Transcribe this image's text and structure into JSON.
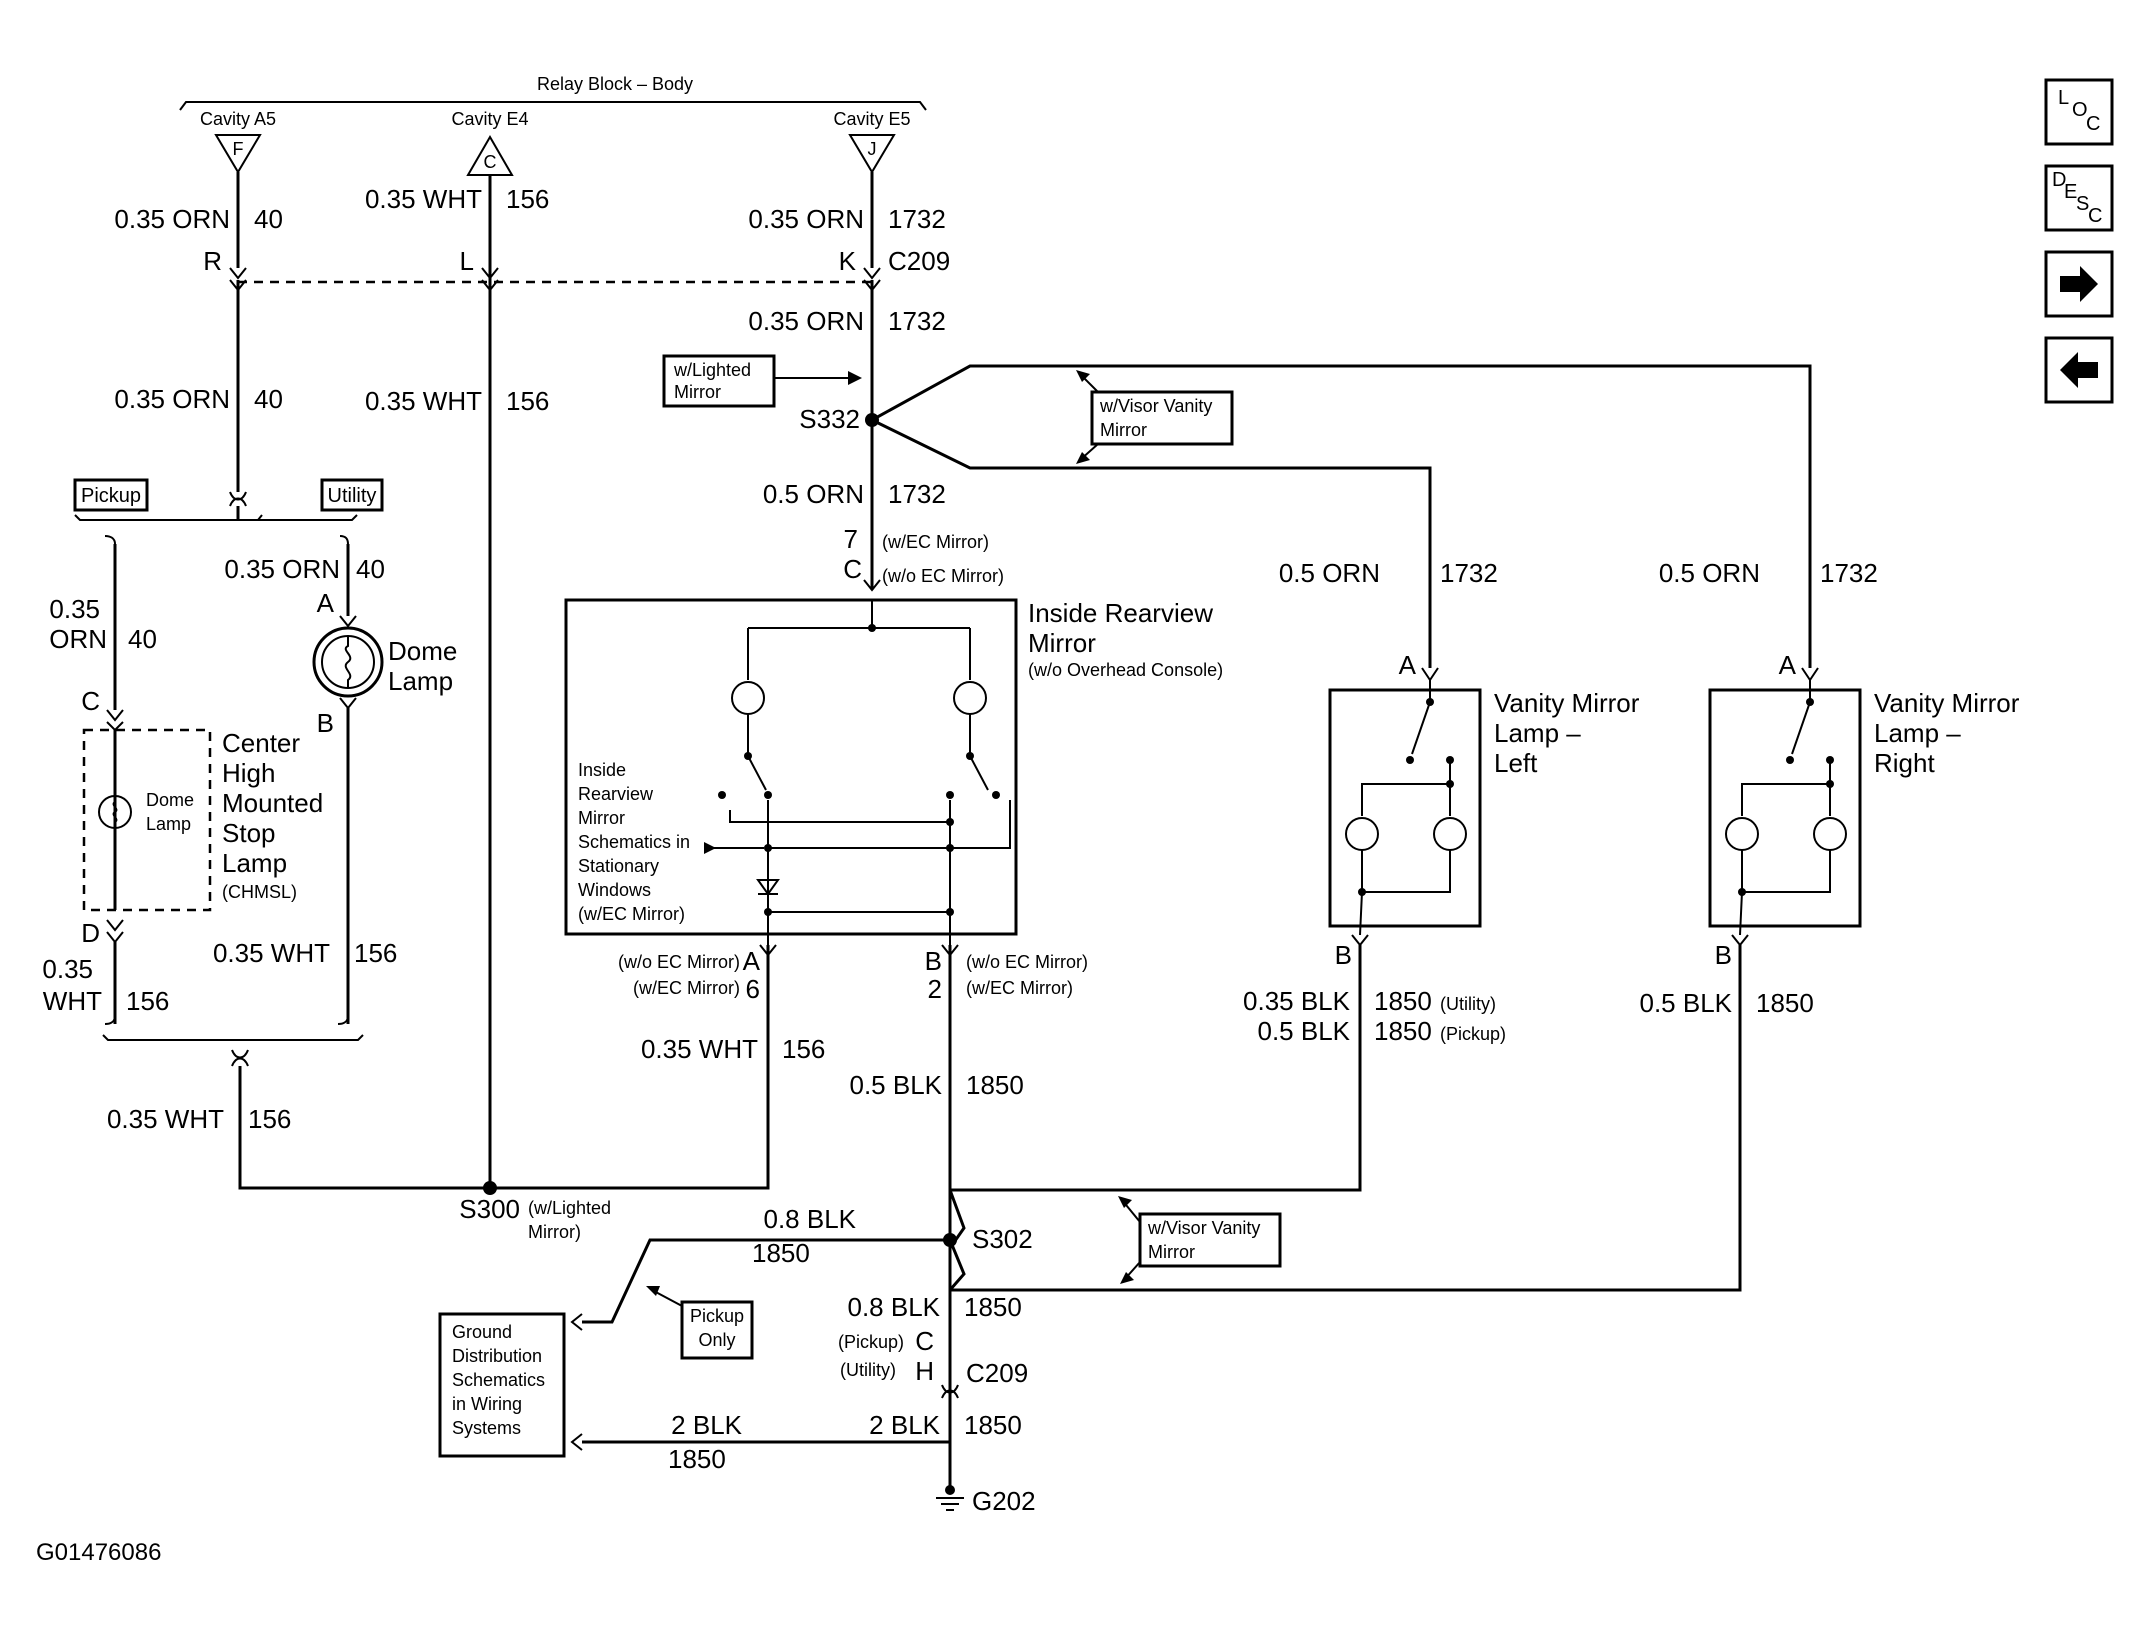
{
  "nav_buttons": {
    "loc": {
      "l1": "L",
      "l2": "O",
      "l3": "C",
      "icon": "loc-icon"
    },
    "desc": {
      "l1": "D",
      "l2": "E",
      "l3": "S",
      "l4": "C",
      "icon": "desc-icon"
    },
    "next": {
      "icon": "arrow-right-icon"
    },
    "prev": {
      "icon": "arrow-left-icon"
    }
  },
  "relay_block": {
    "title": "Relay Block – Body",
    "cavities": [
      {
        "label": "Cavity A5",
        "pin": "F"
      },
      {
        "label": "Cavity E4",
        "pin": "C"
      },
      {
        "label": "Cavity E5",
        "pin": "J"
      }
    ]
  },
  "wires": {
    "orn_40": {
      "gauge": "0.35 ORN",
      "circuit": "40"
    },
    "wht_156": {
      "gauge": "0.35 WHT",
      "circuit": "156"
    },
    "orn_1732": {
      "gauge": "0.35 ORN",
      "circuit": "1732"
    },
    "orn05_1732": {
      "gauge": "0.5 ORN",
      "circuit": "1732"
    },
    "blk05_1850": {
      "gauge": "0.5 BLK",
      "circuit": "1850"
    },
    "blk035": {
      "gauge": "0.35 BLK"
    },
    "blk08_1850": {
      "gauge": "0.8 BLK",
      "circuit": "1850"
    },
    "blk2_1850": {
      "gauge": "2 BLK",
      "circuit": "1850"
    },
    "orn_ab": "0.35",
    "orn_ab2": "ORN",
    "wht_ab": "0.35",
    "wht_ab2": "WHT"
  },
  "connector_c209": {
    "name": "C209",
    "pins": [
      "R",
      "L",
      "K"
    ],
    "pickup_pin": "C",
    "utility_pin": "H",
    "pickup_label": "(Pickup)",
    "utility_label": "(Utility)"
  },
  "splices": {
    "s332": "S332",
    "s300": "S300",
    "s300_note": "(w/Lighted",
    "s300_note2": "Mirror)",
    "s302": "S302"
  },
  "ground": {
    "name": "G202"
  },
  "options": {
    "pickup": "Pickup",
    "utility": "Utility",
    "lighted_mirror_1": "w/Lighted",
    "lighted_mirror_2": "Mirror",
    "visor_vanity_1": "w/Visor Vanity",
    "visor_vanity_2": "Mirror",
    "pickup_only_1": "Pickup",
    "pickup_only_2": "Only",
    "w_ec": "(w/EC Mirror)",
    "wo_ec": "(w/o EC Mirror)",
    "utility_paren": "(Utility)",
    "pickup_paren": "(Pickup)"
  },
  "components": {
    "dome_lamp": {
      "name_1": "Dome",
      "name_2": "Lamp",
      "pin_a": "A",
      "pin_b": "B"
    },
    "chmsl": {
      "lamp_1": "Dome",
      "lamp_2": "Lamp",
      "name_1": "Center",
      "name_2": "High",
      "name_3": "Mounted",
      "name_4": "Stop",
      "name_5": "Lamp",
      "name_6": "(CHMSL)",
      "pin_c": "C",
      "pin_d": "D"
    },
    "rearview_mirror": {
      "name_1": "Inside Rearview",
      "name_2": "Mirror",
      "note": "(w/o Overhead Console)",
      "ref": [
        "Inside",
        "Rearview",
        "Mirror",
        "Schematics in",
        "Stationary",
        "Windows",
        "(w/EC Mirror)"
      ],
      "top_pin_ec": "7",
      "top_pin_noec": "C",
      "left_pin_noec": "A",
      "left_pin_ec": "6",
      "right_pin_noec": "B",
      "right_pin_ec": "2"
    },
    "vanity_left": {
      "name_1": "Vanity Mirror",
      "name_2": "Lamp –",
      "name_3": "Left",
      "pin_a": "A",
      "pin_b": "B"
    },
    "vanity_right": {
      "name_1": "Vanity Mirror",
      "name_2": "Lamp –",
      "name_3": "Right",
      "pin_a": "A",
      "pin_b": "B"
    },
    "ground_dist": [
      "Ground",
      "Distribution",
      "Schematics",
      "in Wiring",
      "Systems"
    ]
  },
  "figure_id": "G01476086"
}
